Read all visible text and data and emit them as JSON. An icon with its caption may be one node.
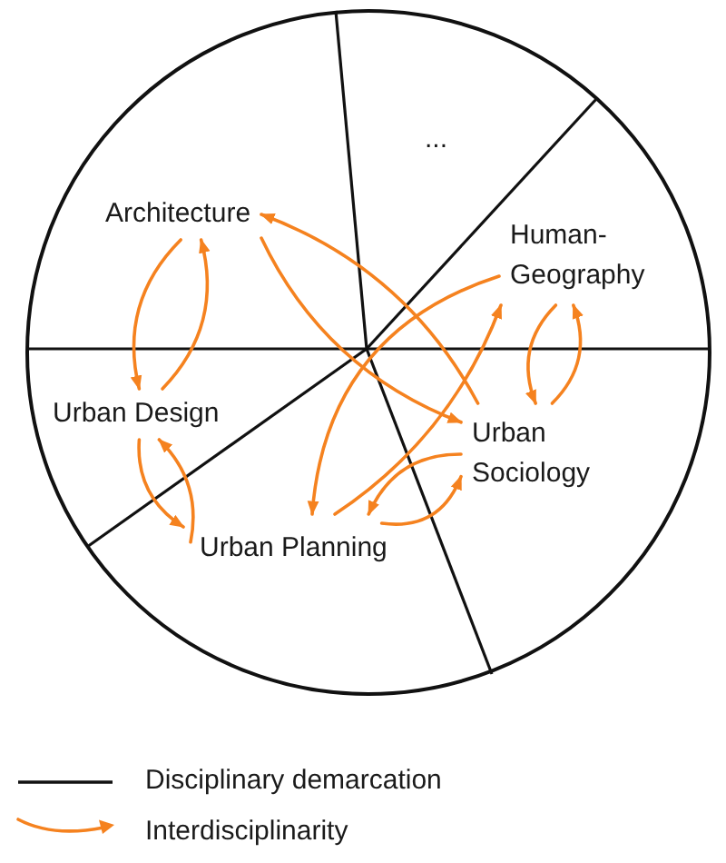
{
  "diagram": {
    "nodes": [
      {
        "text": [],
        "shape": "circle"
      },
      {
        "text": [
          "..."
        ],
        "in": 0
      },
      {
        "text": [
          "Architecture"
        ],
        "in": 0
      },
      {
        "text": [
          "Human-Geography"
        ],
        "in": 0
      },
      {
        "text": [
          "Urban Design"
        ],
        "in": 0
      },
      {
        "text": [
          "Urban Sociology"
        ],
        "in": 0
      },
      {
        "text": [
          "Urban Planning"
        ],
        "in": 0
      }
    ],
    "edges": [
      {
        "from": 2,
        "to": 4,
        "arrow": "to"
      },
      {
        "from": 4,
        "to": 2,
        "arrow": "to"
      },
      {
        "from": 4,
        "to": 6,
        "arrow": "to"
      },
      {
        "from": 6,
        "to": 4,
        "arrow": "to"
      },
      {
        "from": 3,
        "to": 5,
        "arrow": "to"
      },
      {
        "from": 5,
        "to": 3,
        "arrow": "to"
      },
      {
        "from": 5,
        "to": 6,
        "arrow": "to"
      },
      {
        "from": 6,
        "to": 5,
        "arrow": "to"
      },
      {
        "from": 2,
        "to": 5,
        "arrow": "to"
      },
      {
        "from": 5,
        "to": 2,
        "arrow": "to"
      },
      {
        "from": 3,
        "to": 6,
        "arrow": "to"
      },
      {
        "from": 6,
        "to": 3,
        "arrow": "to"
      }
    ],
    "legend": [
      {
        "text": "Disciplinary demarcation"
      },
      {
        "text": "Interdisciplinarity"
      }
    ]
  }
}
